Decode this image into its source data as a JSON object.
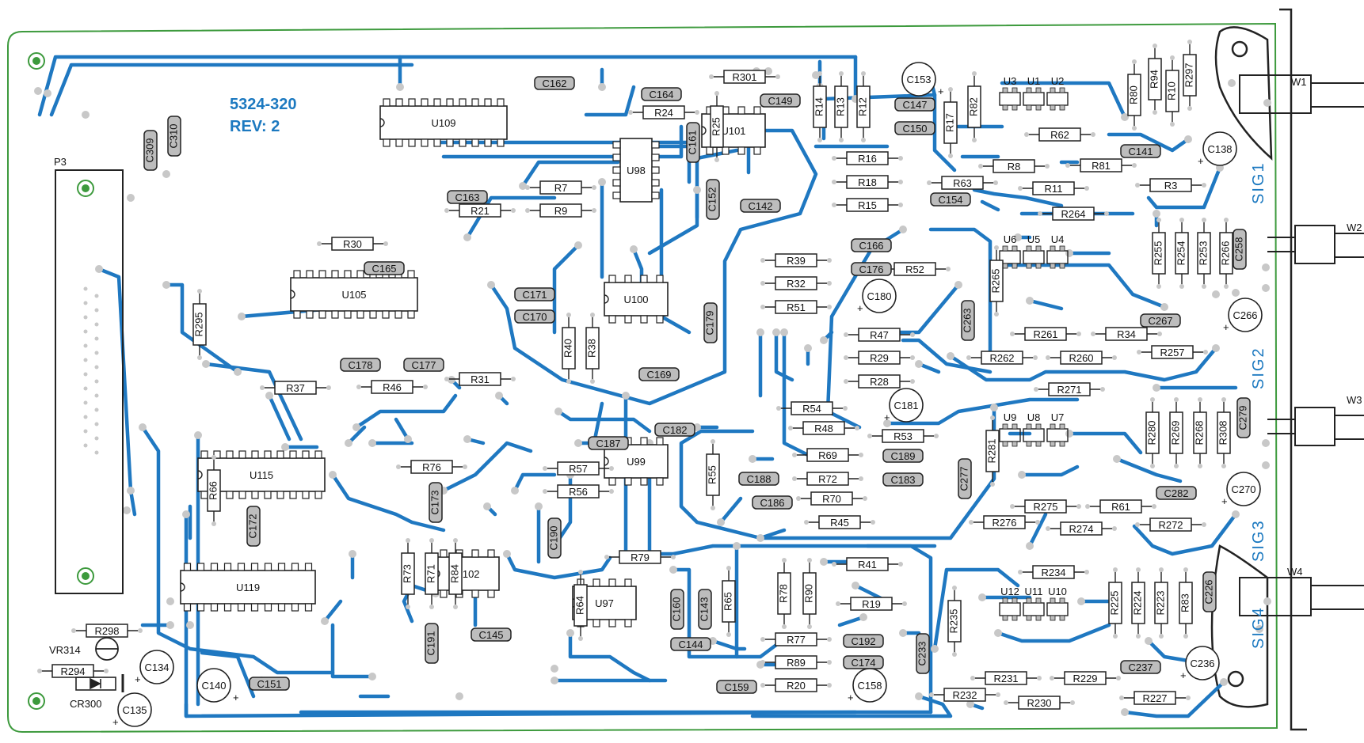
{
  "board": {
    "part_number": "5324-320",
    "revision": "REV: 2",
    "connector": "P3",
    "colors": {
      "trace": "#1f78c1",
      "outline": "#3d9a3d",
      "pad": "#c8c8c8",
      "cap_fill": "#bdbdbd",
      "text": "#111111",
      "label_blue": "#1c79c0"
    }
  },
  "signals": [
    "SIG1",
    "SIG2",
    "SIG3",
    "SIG4"
  ],
  "wires": [
    "W1",
    "W2",
    "W3",
    "W4"
  ],
  "resistors": [
    "R301",
    "R14",
    "R13",
    "R12",
    "R24",
    "R25",
    "R7",
    "R21",
    "R9",
    "R30",
    "R295",
    "R37",
    "R46",
    "R31",
    "R16",
    "R18",
    "R15",
    "R39",
    "R32",
    "R51",
    "R52",
    "R47",
    "R29",
    "R28",
    "R54",
    "R48",
    "R53",
    "R69",
    "R72",
    "R70",
    "R45",
    "R40",
    "R38",
    "R57",
    "R56",
    "R55",
    "R79",
    "R76",
    "R66",
    "R73",
    "R71",
    "R84",
    "R64",
    "R65",
    "R78",
    "R90",
    "R41",
    "R19",
    "R77",
    "R89",
    "R20",
    "R17",
    "R82",
    "R8",
    "R81",
    "R63",
    "R11",
    "R264",
    "R62",
    "R80",
    "R94",
    "R10",
    "R297",
    "R3",
    "R265",
    "R255",
    "R254",
    "R253",
    "R266",
    "R261",
    "R34",
    "R262",
    "R260",
    "R271",
    "R257",
    "R281",
    "R280",
    "R269",
    "R268",
    "R308",
    "R275",
    "R61",
    "R276",
    "R274",
    "R272",
    "R234",
    "R235",
    "R225",
    "R224",
    "R223",
    "R83",
    "R231",
    "R229",
    "R232",
    "R230",
    "R227",
    "R298",
    "R294"
  ],
  "capacitors": [
    "C162",
    "C164",
    "C161",
    "C310",
    "C309",
    "C163",
    "C149",
    "C153",
    "C147",
    "C150",
    "C152",
    "C142",
    "C154",
    "C141",
    "C138",
    "C166",
    "C176",
    "C180",
    "C165",
    "C171",
    "C170",
    "C179",
    "C178",
    "C177",
    "C169",
    "C263",
    "C267",
    "C266",
    "C181",
    "C182",
    "C187",
    "C189",
    "C188",
    "C183",
    "C186",
    "C277",
    "C279",
    "C282",
    "C270",
    "C173",
    "C172",
    "C190",
    "C191",
    "C145",
    "C160",
    "C143",
    "C144",
    "C192",
    "C174",
    "C159",
    "C158",
    "C233",
    "C226",
    "C237",
    "C236",
    "C151",
    "C134",
    "C135",
    "C140",
    "C258"
  ],
  "ics": [
    "U109",
    "U101",
    "U98",
    "U105",
    "U100",
    "U115",
    "U99",
    "U119",
    "U102",
    "U97",
    "U3",
    "U1",
    "U2",
    "U6",
    "U5",
    "U4",
    "U9",
    "U8",
    "U7",
    "U12",
    "U11",
    "U10"
  ],
  "misc": {
    "vr": "VR314",
    "diode": "CR300"
  }
}
